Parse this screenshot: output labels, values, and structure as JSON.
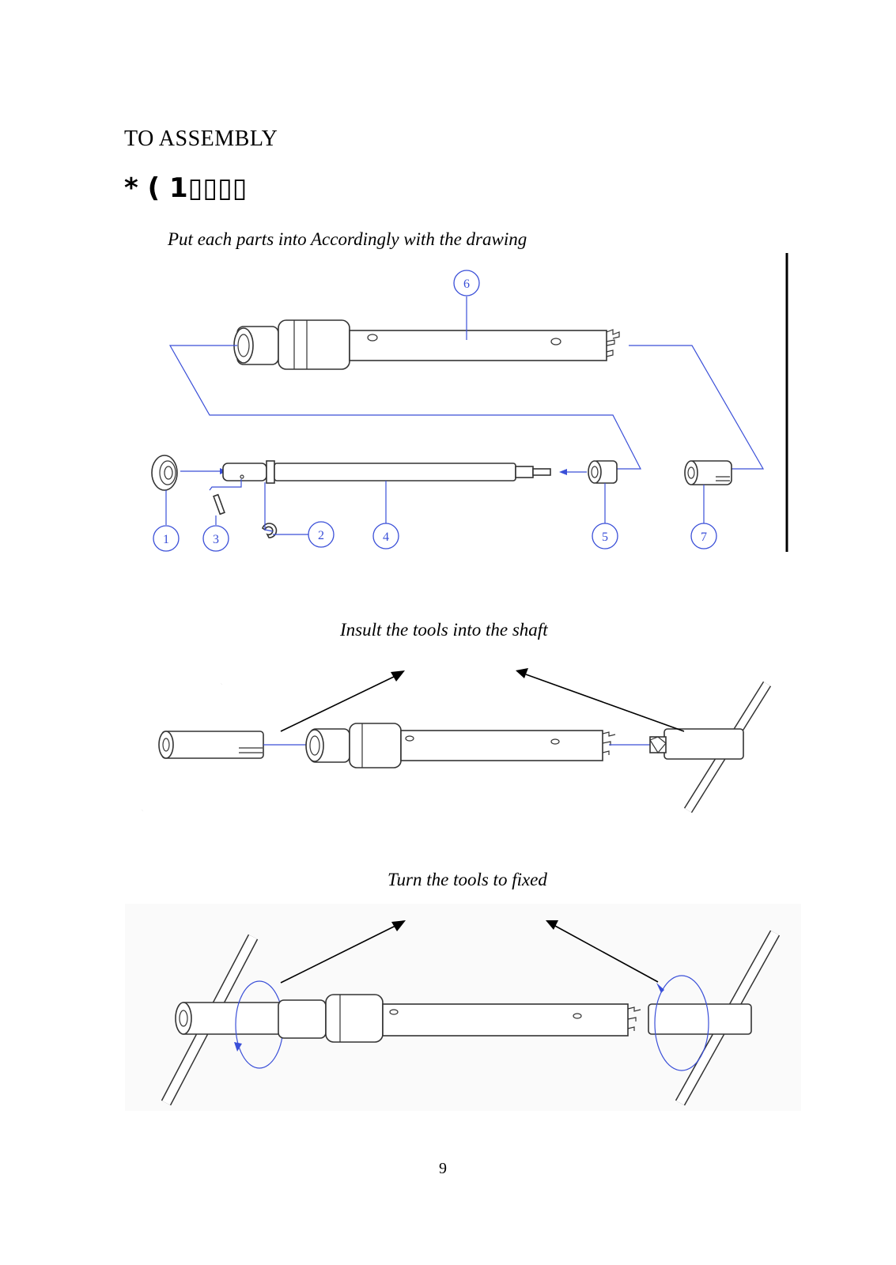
{
  "heading": "TO ASSEMBLY",
  "subheading": "* ( 1▯▯▯▯",
  "captions": {
    "step1": "Put each parts into Accordingly with the drawing",
    "step2": "Insult the tools into the shaft",
    "step3": "Turn the tools to fixed"
  },
  "part_numbers": [
    "1",
    "2",
    "3",
    "4",
    "5",
    "6",
    "7"
  ],
  "page_number": "9",
  "colors": {
    "callout": "#3a4fd8",
    "line": "#333333"
  }
}
